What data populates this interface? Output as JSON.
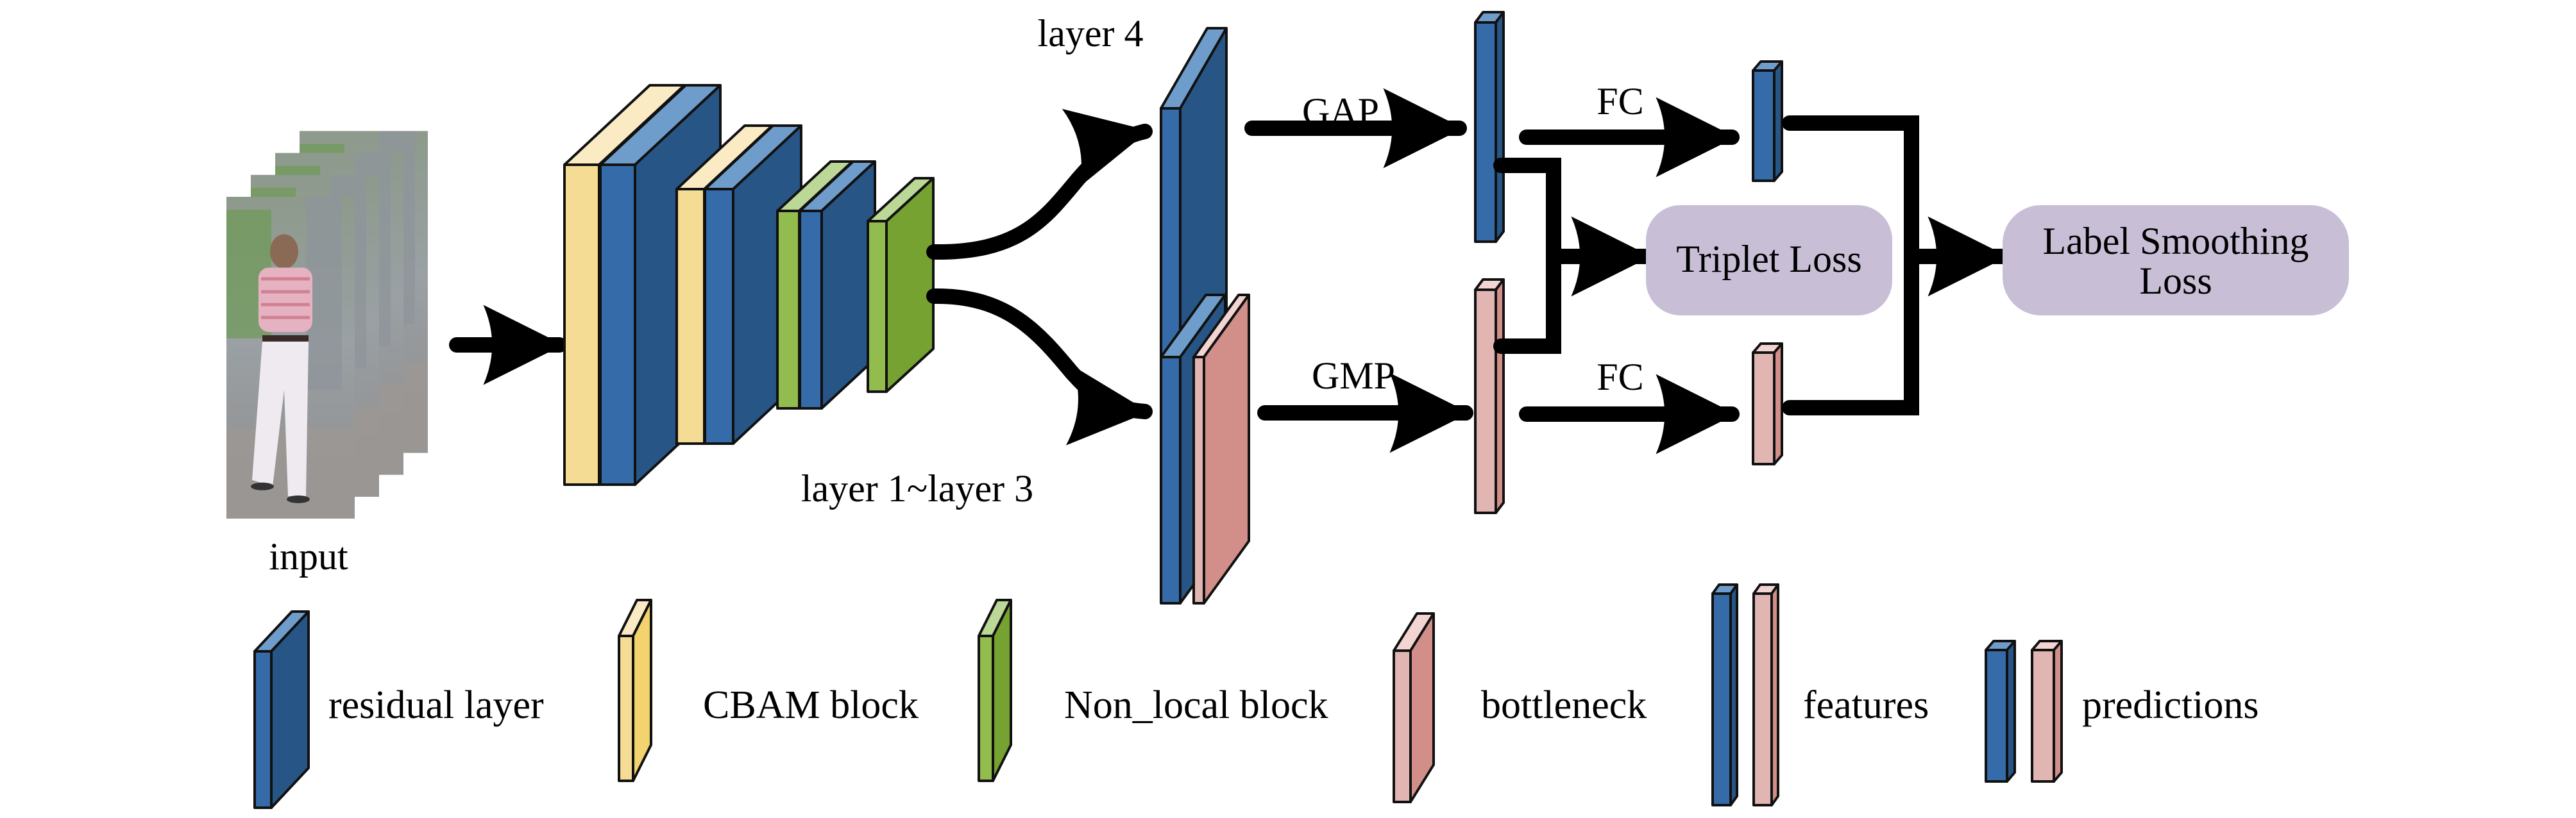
{
  "diagram": {
    "title": "Re-ID network architecture with residual layers, CBAM and Non-local blocks, GAP/GMP branches, triplet and label smoothing losses",
    "colors": {
      "residual": {
        "front": "#346BA8",
        "top": "#6F9DCB",
        "side": "#275686"
      },
      "cbam": {
        "front": "#F5DC94",
        "top": "#FAEBC4",
        "side": "#F2D36D"
      },
      "nonlocal": {
        "front": "#93BC4F",
        "top": "#BBD896",
        "side": "#76A232"
      },
      "bottleneck": {
        "front": "#E0B5B2",
        "top": "#F2D5D2",
        "side": "#D28F8A"
      },
      "loss_box": "#C8BFD6",
      "edge": "#000000"
    },
    "labels": {
      "input": "input",
      "backbone": "layer 1~layer 3",
      "layer4": "layer 4",
      "gap": "GAP",
      "gmp": "GMP",
      "fc_top": "FC",
      "fc_bottom": "FC"
    },
    "losses": {
      "triplet": "Triplet Loss",
      "label_smoothing_line1": "Label Smoothing",
      "label_smoothing_line2": "Loss"
    },
    "legend": [
      {
        "key": "residual",
        "label": "residual layer"
      },
      {
        "key": "cbam",
        "label": "CBAM block"
      },
      {
        "key": "nonlocal",
        "label": "Non_local block"
      },
      {
        "key": "bottleneck",
        "label": "bottleneck"
      },
      {
        "key": "features",
        "label": "features"
      },
      {
        "key": "predictions",
        "label": "predictions"
      }
    ],
    "input_frames": 4
  }
}
